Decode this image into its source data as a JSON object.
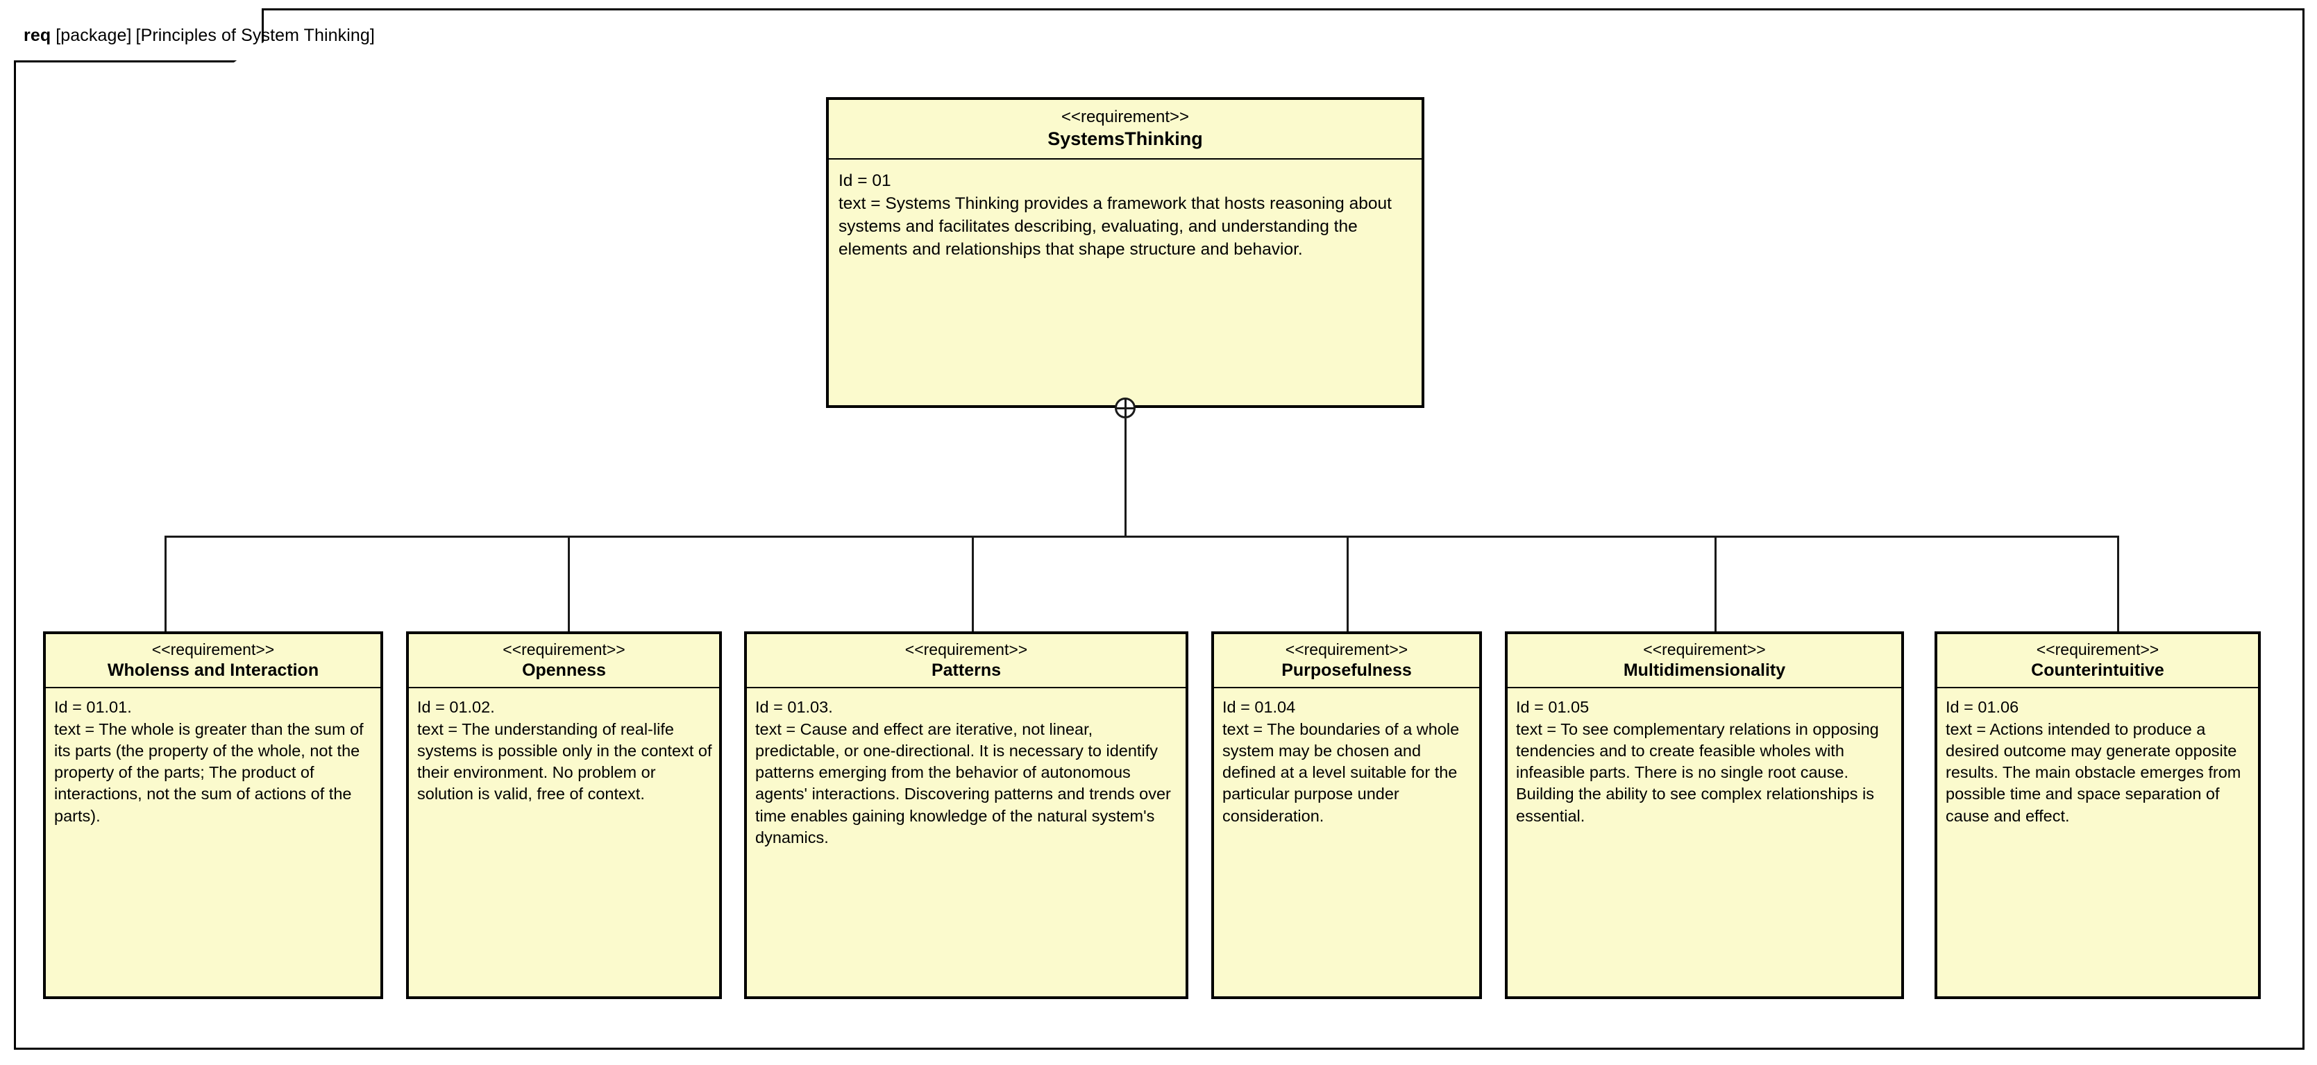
{
  "diagram": {
    "kind_keyword": "req",
    "frame_type": "[package]",
    "frame_name": "[Principles of System Thinking]",
    "stereotype_label": "<<requirement>>",
    "colors": {
      "block_fill": "#FBFACD",
      "block_border": "#000000",
      "connector": "#1A1A1A",
      "canvas": "#FFFFFF"
    },
    "relationship": {
      "name": "containment",
      "symbol": "crosshair-circle"
    }
  },
  "root": {
    "stereotype": "<<requirement>>",
    "name": "SystemsThinking",
    "id_line": "Id = 01",
    "text_line": "text = Systems Thinking provides a framework that hosts reasoning about systems and facilitates describing, evaluating, and understanding the elements and relationships that shape structure and behavior."
  },
  "children": [
    {
      "stereotype": "<<requirement>>",
      "name": "Wholenss and Interaction",
      "id_line": "Id = 01.01.",
      "text_line": "text = The whole is greater than the sum of its parts (the property of the whole, not the property of the parts; The product of interactions, not the sum of actions of the parts)."
    },
    {
      "stereotype": "<<requirement>>",
      "name": "Openness",
      "id_line": "Id = 01.02.",
      "text_line": "text = The understanding of real-life systems is possible only in the context of their environment. No problem or solution is valid, free of context."
    },
    {
      "stereotype": "<<requirement>>",
      "name": "Patterns",
      "id_line": "Id = 01.03.",
      "text_line": "text = Cause and effect are iterative, not linear, predictable, or one-directional. It is necessary to identify patterns emerging from the behavior of autonomous agents' interactions. Discovering patterns and trends over time enables gaining knowledge of the natural system's dynamics."
    },
    {
      "stereotype": "<<requirement>>",
      "name": "Purposefulness",
      "id_line": "Id = 01.04",
      "text_line": "text = The boundaries of a whole system may be chosen and defined at a level suitable for the particular purpose under consideration."
    },
    {
      "stereotype": "<<requirement>>",
      "name": "Multidimensionality",
      "id_line": "Id = 01.05",
      "text_line": "text = To see complementary relations in opposing tendencies and to create feasible wholes with infeasible parts. There is no single root cause. Building the ability to see complex relationships is essential."
    },
    {
      "stereotype": "<<requirement>>",
      "name": "Counterintuitive",
      "id_line": "Id = 01.06",
      "text_line": "text = Actions intended to produce a desired outcome may generate opposite results. The main obstacle emerges from possible time and space separation of cause and effect."
    }
  ]
}
